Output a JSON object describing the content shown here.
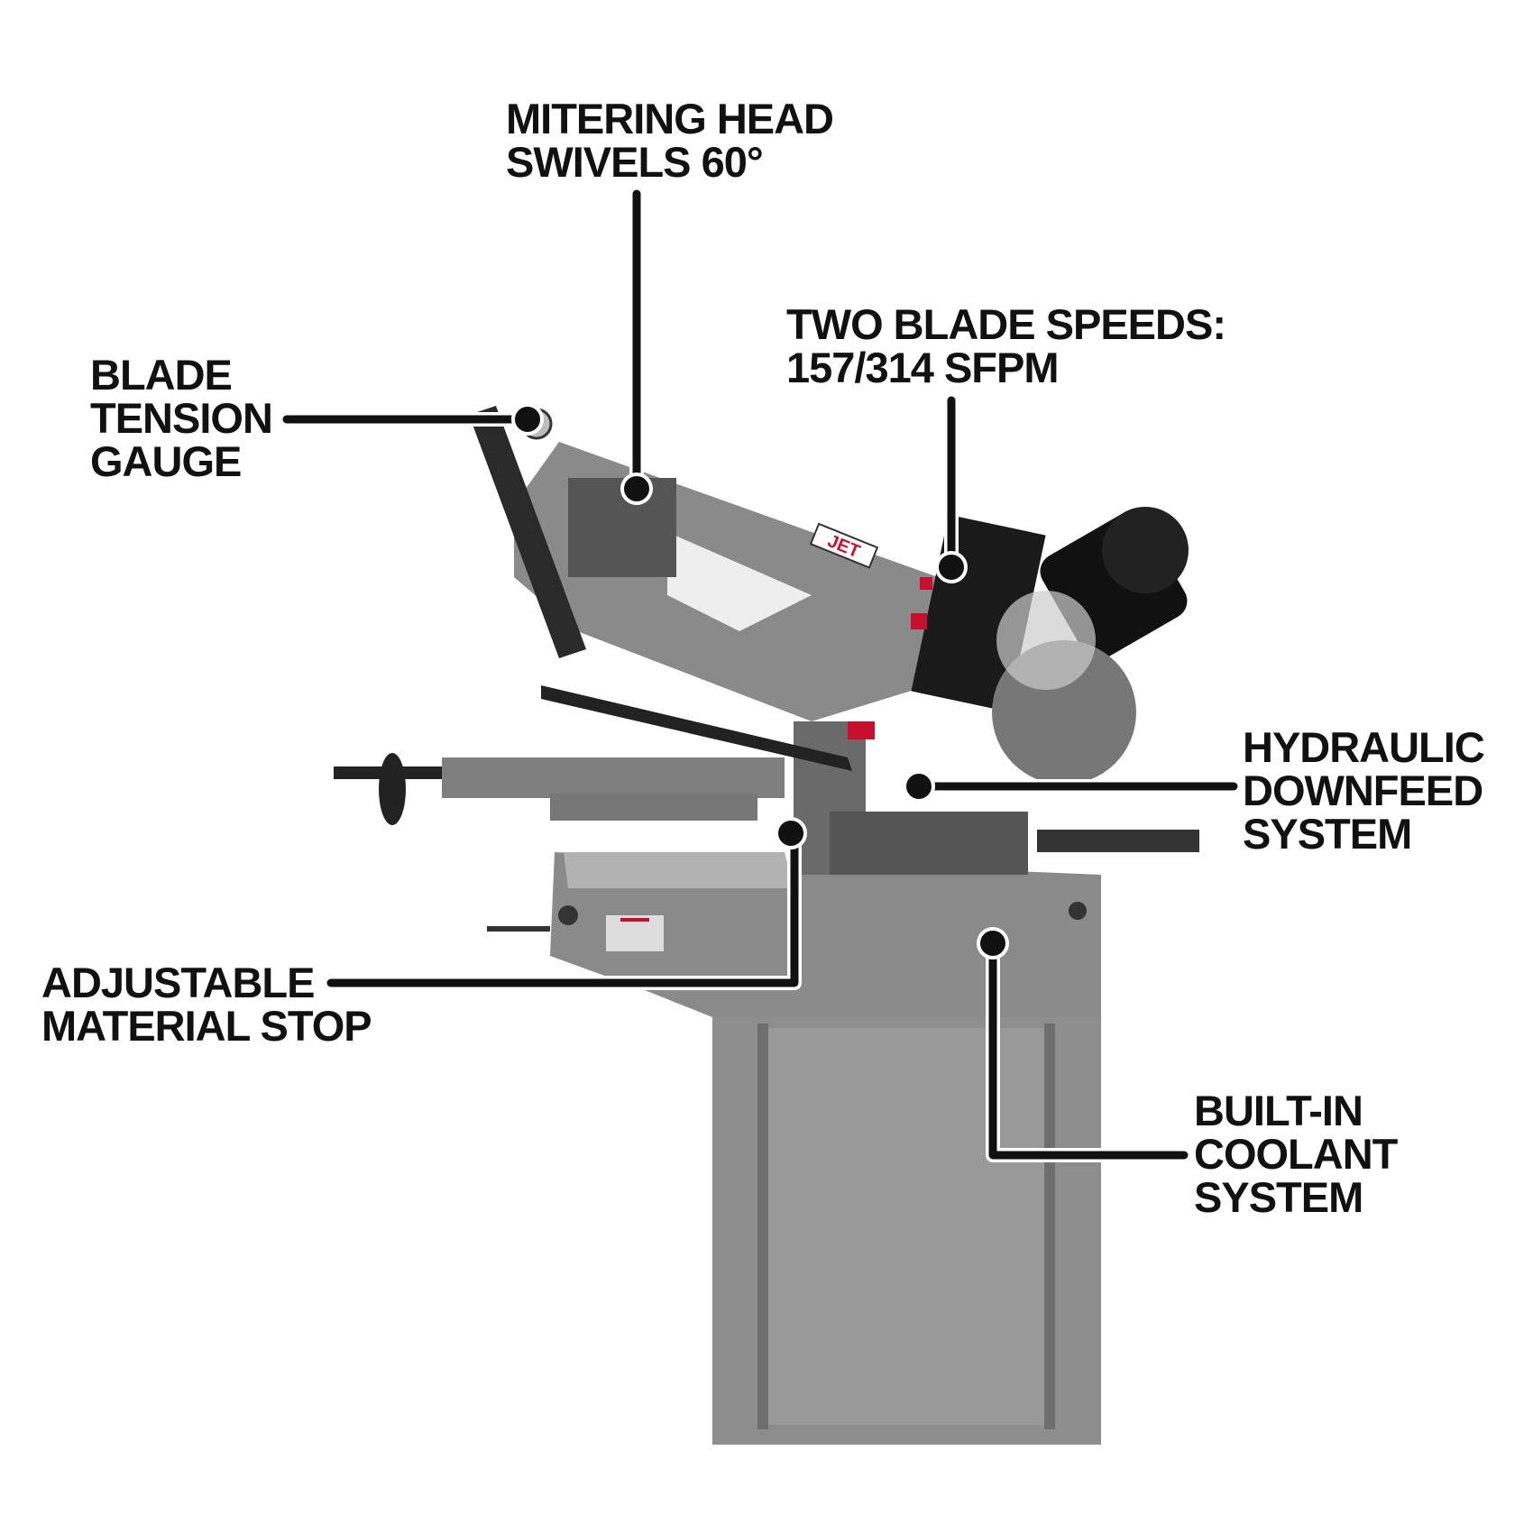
{
  "callouts": {
    "mitering_head": {
      "line1": "MITERING HEAD",
      "line2": "SWIVELS 60°"
    },
    "blade_tension": {
      "line1": "BLADE",
      "line2": "TENSION",
      "line3": "GAUGE"
    },
    "blade_speeds": {
      "line1": "TWO BLADE SPEEDS:",
      "line2": "157/314 SFPM"
    },
    "hydraulic": {
      "line1": "HYDRAULIC",
      "line2": "DOWNFEED",
      "line3": "SYSTEM"
    },
    "material_stop": {
      "line1": "ADJUSTABLE",
      "line2": "MATERIAL STOP"
    },
    "coolant": {
      "line1": "BUILT-IN",
      "line2": "COOLANT",
      "line3": "SYSTEM"
    }
  },
  "brand": {
    "logo_text": "JET",
    "logo_color": "#c8102e"
  },
  "colors": {
    "machine": "#8a8a8a",
    "callout_line": "#111111"
  }
}
